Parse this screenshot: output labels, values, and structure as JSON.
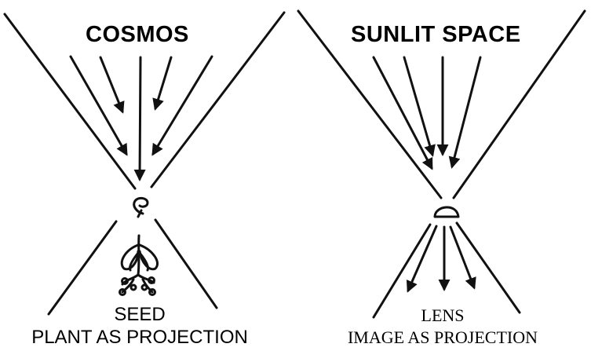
{
  "left_panel": {
    "title": "COSMOS",
    "caption_line1": "SEED",
    "caption_line2": "PLANT AS PROJECTION"
  },
  "right_panel": {
    "title": "SUNLIT SPACE",
    "caption_line1": "LENS",
    "caption_line2": "IMAGE AS PROJECTION"
  },
  "icons": {
    "left_focus": "seed-icon",
    "left_output": "plant-icon",
    "right_focus": "lens-icon"
  }
}
